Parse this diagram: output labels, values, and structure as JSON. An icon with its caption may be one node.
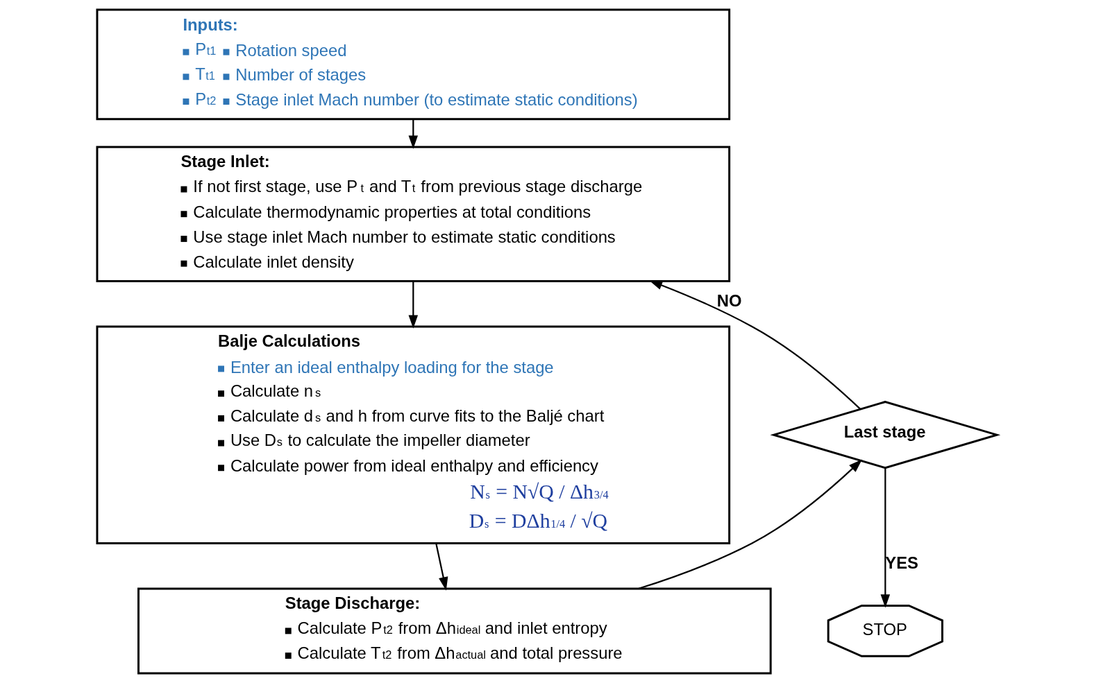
{
  "diagram": {
    "nodes": [
      {
        "text": [
          "Inputs:",
          "P$_{t1}$",
          "Rotation speed",
          "T$_{t1}$",
          "Number of stages",
          "P$_{t2}$",
          "Stage inlet Mach number (to estimate static conditions)"
        ]
      },
      {
        "text": [
          "Stage Inlet:",
          "If not first stage, use P$_{t}$ and T$_{t}$ from previous stage discharge",
          "Calculate thermodynamic properties at total conditions",
          "Use stage inlet Mach number to estimate static conditions",
          "Calculate inlet density"
        ]
      },
      {
        "text": [
          "Balje Calculations",
          "Enter an ideal enthalpy loading for the stage",
          "Calculate n$_{s}$",
          "Calculate d$_{s}$ and h from curve fits to the Baljé chart",
          "Use D$_{s}$ to calculate the impeller diameter",
          "Calculate power from ideal enthalpy and efficiency",
          "N$_{s}$ = N√Q / Δh$^{3/4}$",
          "D$_{s}$ = DΔh$^{1/4}$ / √Q"
        ]
      },
      {
        "text": [
          "Stage Discharge:",
          "Calculate P$_{t2}$ from Δh$_{ideal}$ and inlet entropy",
          "Calculate T$_{t2}$ from Δh$_{actual}$ and total pressure"
        ]
      },
      {
        "text": [
          "Last stage"
        ]
      },
      {
        "text": [
          "STOP"
        ]
      }
    ],
    "edges": [
      {
        "from": 0,
        "to": 1,
        "arrow": "to"
      },
      {
        "from": 1,
        "to": 2,
        "arrow": "to"
      },
      {
        "from": 2,
        "to": 3,
        "arrow": "to"
      },
      {
        "from": 3,
        "to": 4,
        "arrow": "to"
      },
      {
        "from": 4,
        "to": 1,
        "arrow": "to",
        "label": "NO"
      },
      {
        "from": 4,
        "to": 5,
        "arrow": "to",
        "label": "YES"
      }
    ]
  }
}
